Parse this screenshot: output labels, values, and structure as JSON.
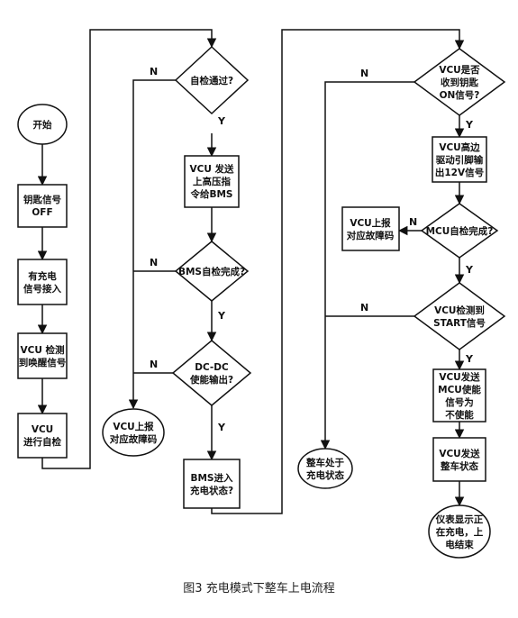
{
  "nodes": {
    "start": [
      "开始"
    ],
    "key_off": [
      "钥匙信号",
      "OFF"
    ],
    "charger_in": [
      "有充电",
      "信号接入"
    ],
    "vcu_wake": [
      "VCU 检测",
      "到唤醒信号"
    ],
    "vcu_selfcheck": [
      "VCU",
      "进行自检"
    ],
    "selfcheck_ok": [
      "自检通过?"
    ],
    "vcu_send_hv": [
      "VCU 发送",
      "上高压指",
      "令给BMS"
    ],
    "bms_ok": [
      "BMS自检完成?"
    ],
    "dcdc_ok": [
      "DC-DC",
      "使能输出?"
    ],
    "vcu_report_fault_left": [
      "VCU上报",
      "对应故障码"
    ],
    "bms_charge_state": [
      "BMS进入",
      "充电状态?"
    ],
    "vehicle_charging": [
      "整车处于",
      "充电状态"
    ],
    "vcu_on_signal": [
      "VCU是否",
      "收到钥匙",
      "ON信号?"
    ],
    "vcu_high_side": [
      "VCU高边",
      "驱动引脚输",
      "出12V信号"
    ],
    "mcu_ok": [
      "MCU自检完成?"
    ],
    "vcu_report_fault_right": [
      "VCU上报",
      "对应故障码"
    ],
    "vcu_start_signal": [
      "VCU检测到",
      "START信号"
    ],
    "vcu_send_mcu_disable": [
      "VCU发送",
      "MCU使能",
      "信号为",
      "不使能"
    ],
    "vcu_send_state": [
      "VCU发送",
      "整车状态"
    ],
    "dashboard_end": [
      "仪表显示正",
      "在充电，上",
      "电结束"
    ]
  },
  "edge_labels": {
    "yes": "Y",
    "no": "N"
  },
  "caption": "图3  充电模式下整车上电流程"
}
